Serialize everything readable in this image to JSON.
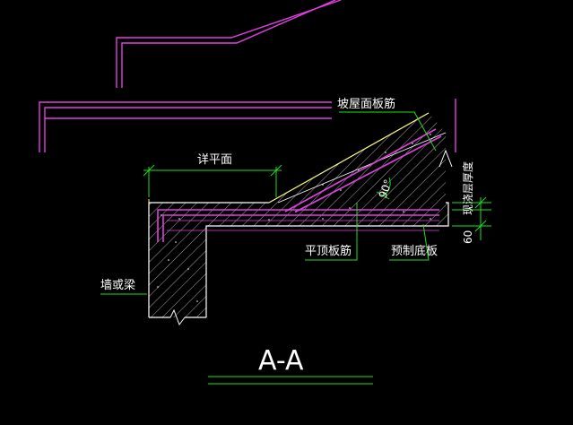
{
  "drawing": {
    "section_title": "A-A",
    "labels": {
      "slope_roof_bar": "坡屋面板筋",
      "see_plan": "详平面",
      "wall_or_beam": "墙或梁",
      "flat_roof_bar": "平顶板筋",
      "precast_slab": "预制底板",
      "cast_layer_thickness": "现浇层厚度",
      "dim_60": "60",
      "angle": "90°"
    },
    "colors": {
      "background": "#000000",
      "concrete_outline": "#ffffff",
      "rebar": "#e040e0",
      "hatch": "#d8d8d8",
      "leader": "#20e020",
      "fill_concrete": "#ffff80"
    }
  }
}
